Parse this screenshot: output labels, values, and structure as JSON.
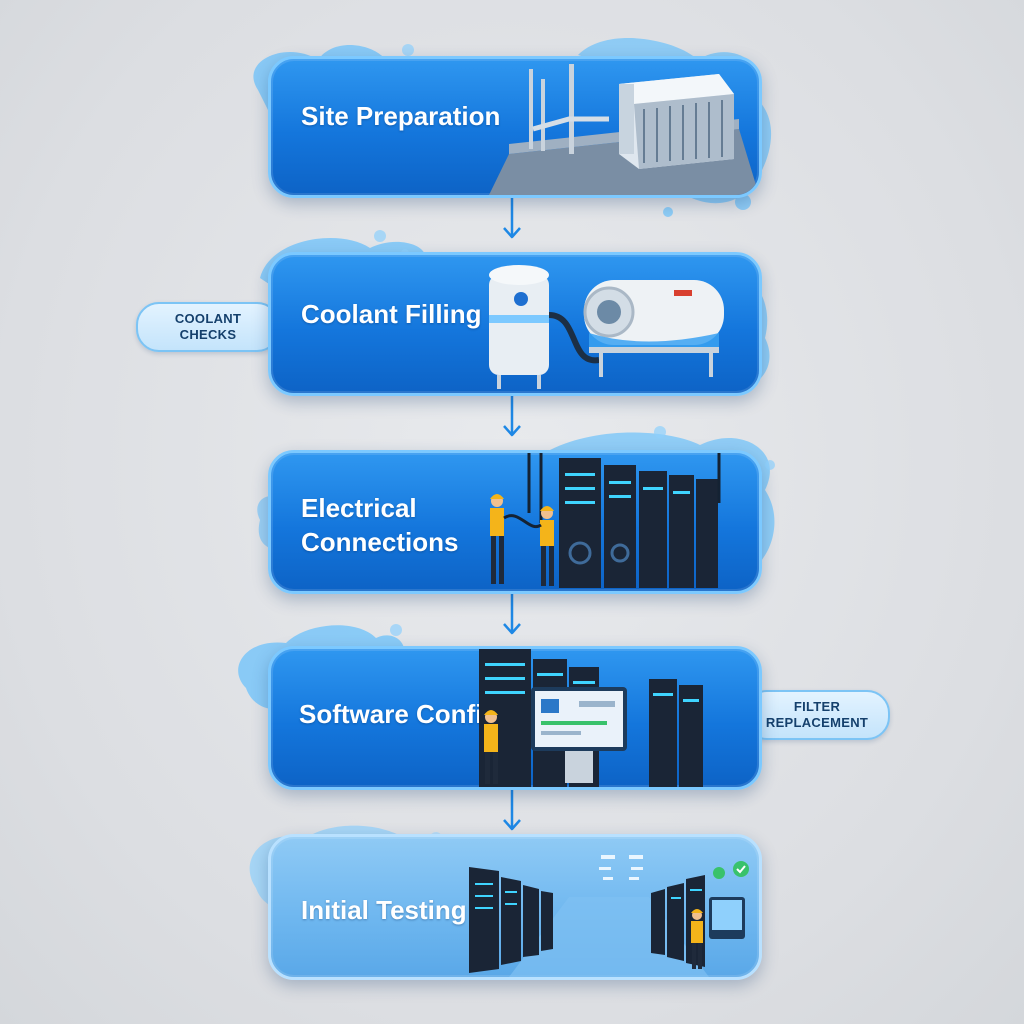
{
  "steps": [
    {
      "id": "site-preparation",
      "title": "Site Preparation",
      "illustration": "outdoor-chiller-unit"
    },
    {
      "id": "coolant-filling",
      "title": "Coolant Filling",
      "illustration": "coolant-tank"
    },
    {
      "id": "electrical-connections",
      "title": "Electrical\nConnections",
      "illustration": "technicians-server-racks"
    },
    {
      "id": "software-config",
      "title": "Software Config",
      "illustration": "technician-config-terminal"
    },
    {
      "id": "initial-testing",
      "title": "Initial Testing",
      "illustration": "data-center-aisle"
    }
  ],
  "side_tags": [
    {
      "id": "coolant-checks",
      "line1": "COOLANT",
      "line2": "CHECKS",
      "attached_to": "coolant-filling"
    },
    {
      "id": "filter-replacement",
      "line1": "FILTER",
      "line2": "REPLACEMENT",
      "attached_to": "software-config"
    }
  ],
  "colors": {
    "card_blue": "#1476dc",
    "card_border": "#7cc9ff",
    "connector_blue": "#1e88e5",
    "tag_fill": "#d6ecfc",
    "background": "#dcdee2",
    "safety_vest": "#f4b41a",
    "check_green": "#39c26b"
  },
  "icons": [
    "down-arrow-icon",
    "water-splash",
    "gear-icon",
    "check-icon"
  ]
}
